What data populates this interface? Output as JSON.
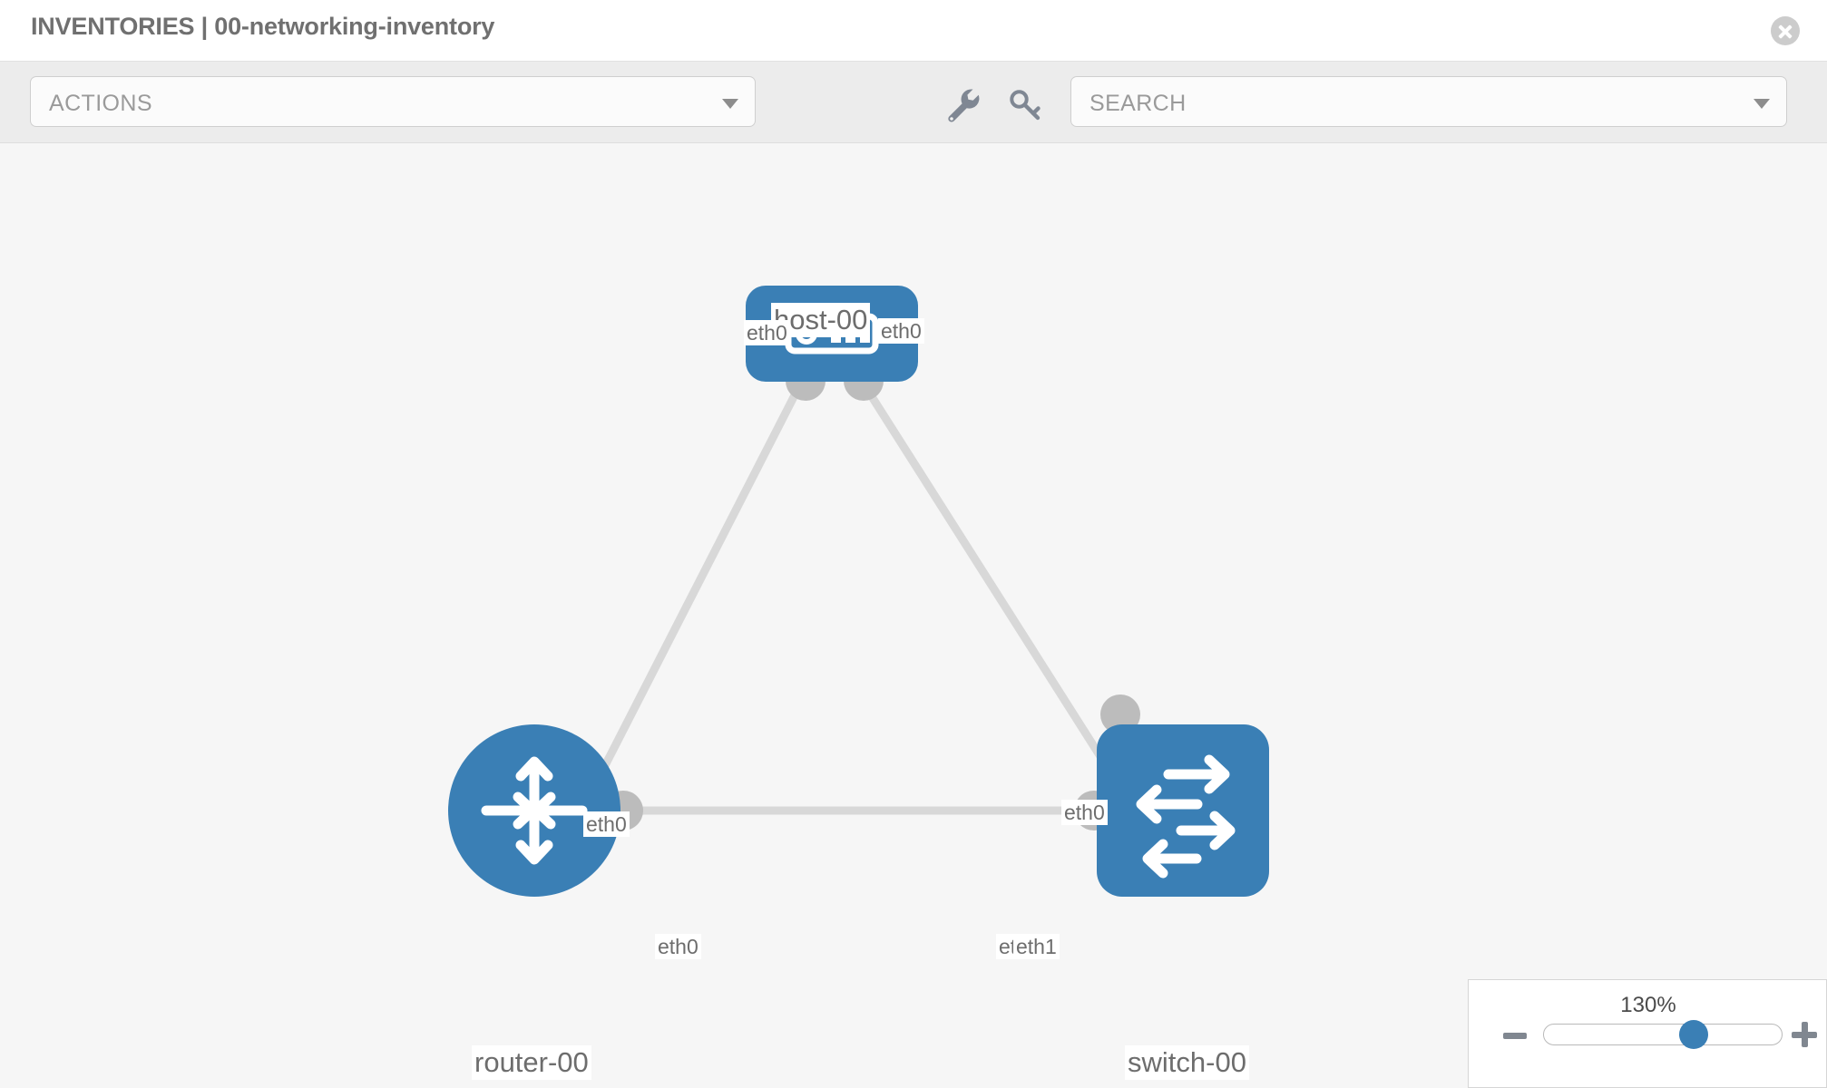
{
  "header": {
    "title": "INVENTORIES | 00-networking-inventory",
    "close_icon": "close-circle-icon"
  },
  "toolbar": {
    "actions_label": "ACTIONS",
    "search_placeholder": "SEARCH",
    "wrench_icon": "wrench-icon",
    "key_icon": "key-icon",
    "caret_icon": "chevron-down-icon"
  },
  "topology": {
    "nodes": [
      {
        "id": "host-00",
        "label": "host-00",
        "type": "host",
        "icon": "server-icon",
        "color": "#3a7fb5"
      },
      {
        "id": "router-00",
        "label": "router-00",
        "type": "router",
        "icon": "router-icon",
        "color": "#3a7fb5"
      },
      {
        "id": "switch-00",
        "label": "switch-00",
        "type": "switch",
        "icon": "switch-icon",
        "color": "#3a7fb5"
      }
    ],
    "links": [
      {
        "from": "router-00",
        "to": "host-00",
        "from_interface": "eth0",
        "to_interface": "eth0"
      },
      {
        "from": "host-00",
        "to": "switch-00",
        "from_interface": "eth0",
        "to_interface": "eth0"
      },
      {
        "from": "router-00",
        "to": "switch-00",
        "from_interface": "eth0",
        "to_interface": "eth1",
        "overlapped_label": "eth"
      }
    ],
    "link_color": "#d8d8d8",
    "connector_color": "#bcbcbc"
  },
  "zoom": {
    "level": "130%",
    "minus_label": "zoom-out",
    "plus_label": "zoom-in",
    "slider_position_percent": 67
  }
}
